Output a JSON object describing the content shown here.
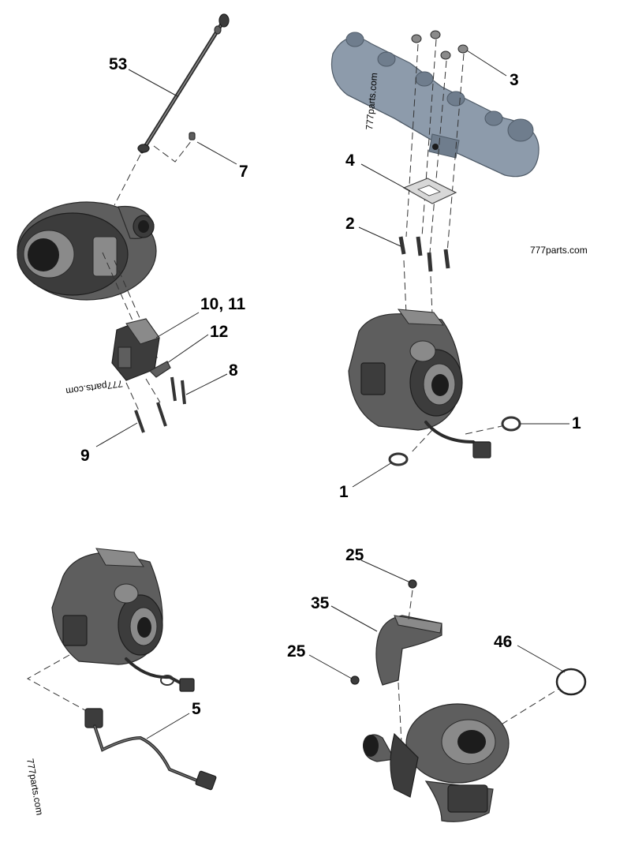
{
  "callouts": {
    "c53": "53",
    "c7": "7",
    "c3": "3",
    "c4": "4",
    "c2": "2",
    "c10_11": "10, 11",
    "c12": "12",
    "c8": "8",
    "c9": "9",
    "c1a": "1",
    "c1b": "1",
    "c5": "5",
    "c25a": "25",
    "c35": "35",
    "c25b": "25",
    "c46": "46"
  },
  "watermarks": {
    "w1": "777parts.com",
    "w2": "777parts.com",
    "w3": "777parts.com",
    "w4": "777parts.com"
  },
  "colors": {
    "part_metal": "#5e5e5e",
    "manifold_cast": "#8d9bab",
    "text": "#000000"
  }
}
